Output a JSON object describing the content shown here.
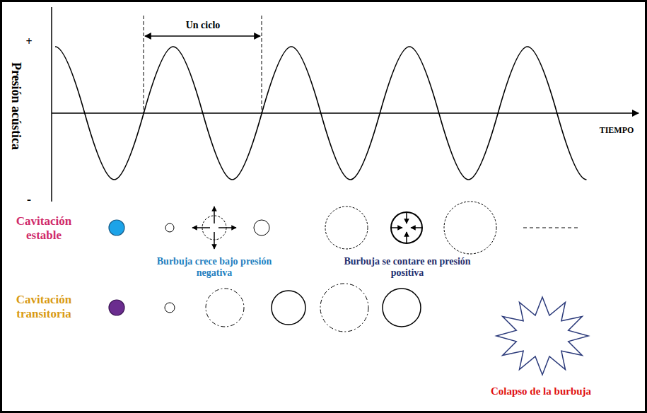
{
  "diagram": {
    "labels": [
      "+",
      "Un ciclo",
      "Presión acústica",
      "TIEMPO",
      "-",
      "Cavitación estable",
      "Burbuja crece bajo presión negativa",
      "Burbuja se contare en presión positiva",
      "Cavitación transitoria",
      "Colapso de la burbuja"
    ]
  }
}
